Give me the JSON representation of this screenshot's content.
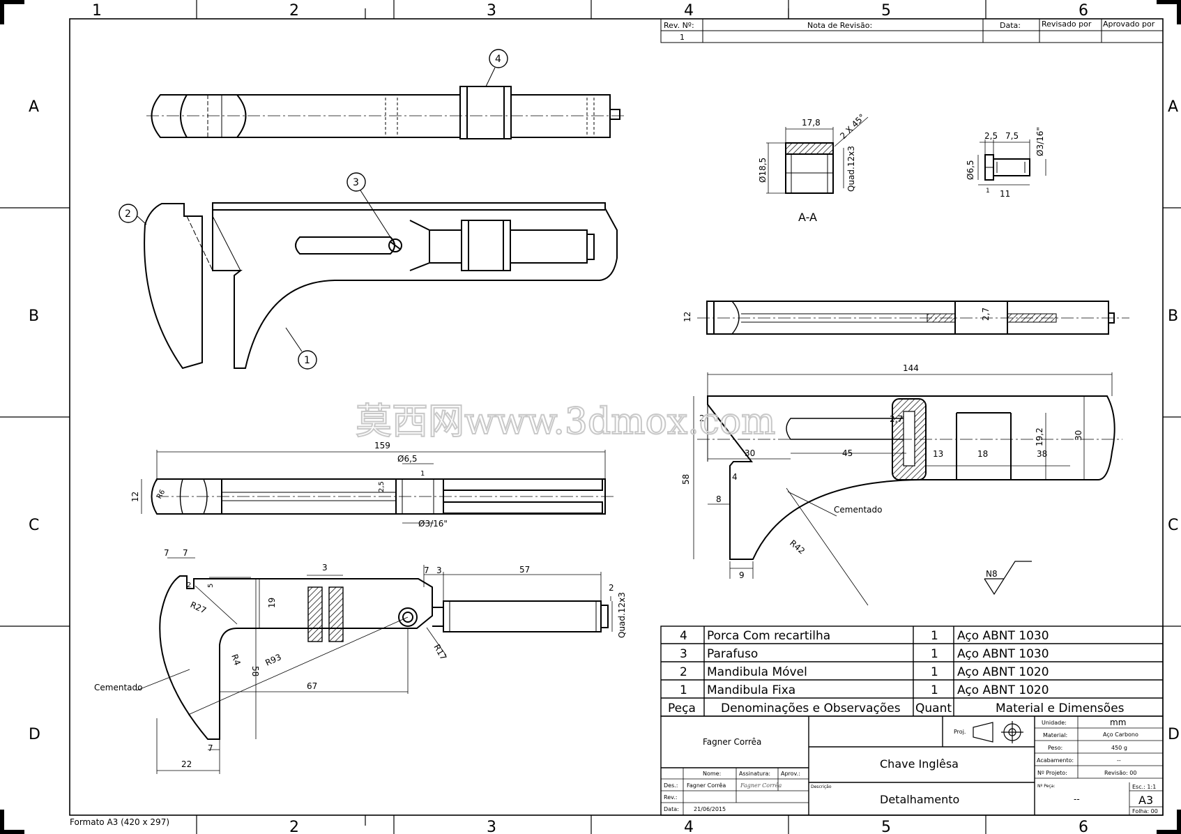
{
  "grid": {
    "cols": [
      "1",
      "2",
      "3",
      "4",
      "5",
      "6"
    ],
    "rows": [
      "A",
      "B",
      "C",
      "D"
    ]
  },
  "revision_table": {
    "headers": [
      "Rev. Nº:",
      "Nota de Revisão:",
      "Data:",
      "Revisado por",
      "Aprovado por"
    ],
    "rev": "1"
  },
  "balloons": [
    "1",
    "2",
    "3",
    "4"
  ],
  "dims": {
    "d178": "17,8",
    "chamfer": "2 X 45°",
    "d185": "Ø18,5",
    "quad1": "Quad.12x3",
    "sec": "A-A",
    "d25": "2,5",
    "d75": "7,5",
    "d316a": "Ø3/16\"",
    "d65a": "Ø6,5",
    "d11": "11",
    "d1a": "1",
    "d12a": "12",
    "d27a": "2,7",
    "d159": "159",
    "d65b": "Ø6,5",
    "d1b": "1",
    "d25b": "2,5",
    "d12b": "12",
    "r6": "R6",
    "d316b": "Ø3/16\"",
    "d144": "144",
    "d2a": "2",
    "d27b": "2,7",
    "d30a": "30",
    "d45": "45",
    "d13": "13",
    "d18": "18",
    "d38": "38",
    "d192": "19,2",
    "d30b": "30",
    "d58a": "58",
    "d4a": "4",
    "d8": "8",
    "cem1": "Cementado",
    "r42": "R42",
    "d9": "9",
    "n8": "N8",
    "d7a": "7",
    "d7b": "7",
    "d2b": "2",
    "d5": "5",
    "r27": "R27",
    "d19": "19",
    "r4": "R4",
    "d58b": "58",
    "r93": "R93",
    "cem2": "Cementado",
    "d67": "67",
    "d22": "22",
    "d7c": "7",
    "d3": "3",
    "d7d": "7",
    "d3b": "3",
    "d57": "57",
    "d2c": "2",
    "quad2": "Quad.12x3",
    "r17": "R17"
  },
  "parts_list": {
    "rows": [
      {
        "num": "4",
        "name": "Porca Com recartilha",
        "qty": "1",
        "material": "Aço ABNT 1030"
      },
      {
        "num": "3",
        "name": "Parafuso",
        "qty": "1",
        "material": "Aço ABNT 1030"
      },
      {
        "num": "2",
        "name": "Mandibula Móvel",
        "qty": "1",
        "material": "Aço ABNT 1020"
      },
      {
        "num": "1",
        "name": "Mandibula Fixa",
        "qty": "1",
        "material": "Aço ABNT 1020"
      }
    ],
    "headers": {
      "num": "Peça",
      "name": "Denominações e Observações",
      "qty": "Quant",
      "material": "Material e Dimensões"
    }
  },
  "title_block": {
    "company": "Fagner Corrêa",
    "title": "Chave Inglêsa",
    "subtitle": "Detalhamento",
    "proj": "Proj.",
    "cols": {
      "nome": "Nome:",
      "assinatura": "Assinatura:",
      "aprov": "Aprov.:"
    },
    "rows": {
      "des": "Des.:",
      "rev": "Rev.:",
      "data": "Data:"
    },
    "designer": "Fagner Corrêa",
    "date": "21/06/2015",
    "signature": "Fagner Corrêa",
    "desc_label": "Descrição",
    "unit_label": "Unidade:",
    "unit": "mm",
    "material_label": "Material:",
    "material": "Aço Carbono",
    "weight_label": "Peso:",
    "weight": "450 g",
    "finish_label": "Acabamento:",
    "finish": "--",
    "proj_num_label": "Nº Projeto:",
    "revision": "Revisão: 00",
    "nplan_label": "Nº Peça:",
    "nplan": "--",
    "scale": "Esc.: 1:1",
    "format": "A3",
    "sheet": "Folha: 00"
  },
  "format_note": "Formato A3 (420 x 297)",
  "watermark": "莫西网www.3dmox.com"
}
